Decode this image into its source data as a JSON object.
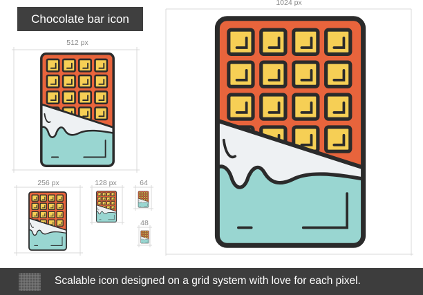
{
  "title": "Chocolate bar icon",
  "sizes": {
    "s1024": "1024 px",
    "s512": "512 px",
    "s256": "256 px",
    "s128": "128 px",
    "s64": "64",
    "s48": "48"
  },
  "footer": {
    "text": "Scalable icon designed on a grid system with love for each pixel."
  },
  "colors": {
    "outline": "#2b2b2b",
    "chocolate": "#e8643c",
    "square": "#f6cf55",
    "wrapper_light": "#eef1f3",
    "wrapper_teal": "#99d6d1",
    "guide": "#d9d9d9",
    "footer_bg": "#3d3d3d"
  }
}
